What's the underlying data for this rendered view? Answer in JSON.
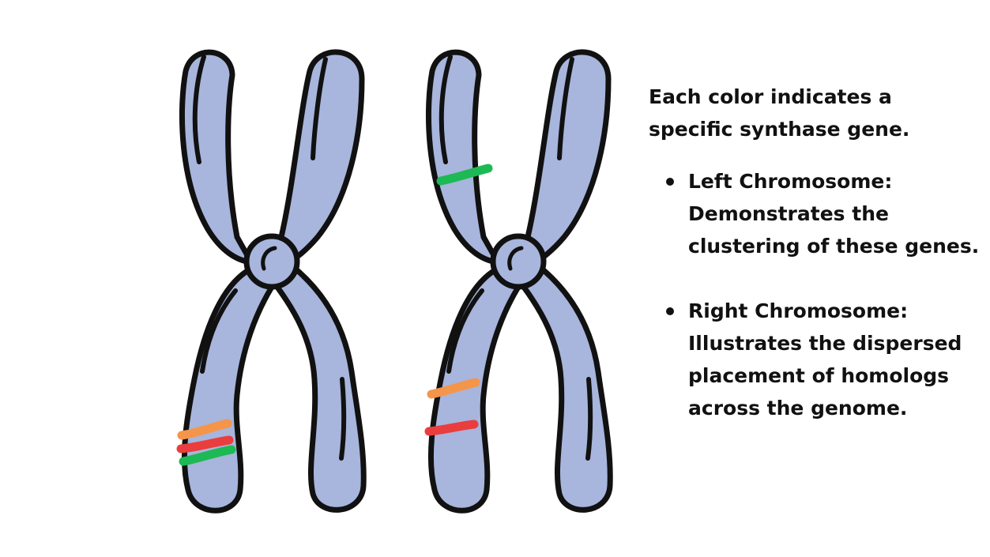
{
  "colors": {
    "chromosome_fill": "#a8b5dc",
    "outline": "#111111",
    "gene_green": "#1db954",
    "gene_orange": "#f4954a",
    "gene_red": "#ea3d3d"
  },
  "caption": {
    "intro_line1": "Each color indicates a",
    "intro_line2": "specific synthase gene.",
    "bullets": [
      {
        "lines": [
          "Left Chromosome:",
          "Demonstrates the",
          "clustering of these genes."
        ]
      },
      {
        "lines": [
          "Right Chromosome:",
          "Illustrates the dispersed",
          "placement of homologs",
          "across the genome."
        ]
      }
    ]
  },
  "diagram": {
    "chromosomes": [
      {
        "name": "left-chromosome",
        "gene_bands": [
          "gene_orange",
          "gene_red",
          "gene_green"
        ]
      },
      {
        "name": "right-chromosome",
        "gene_bands": [
          "gene_green",
          "gene_orange",
          "gene_red"
        ]
      }
    ]
  }
}
